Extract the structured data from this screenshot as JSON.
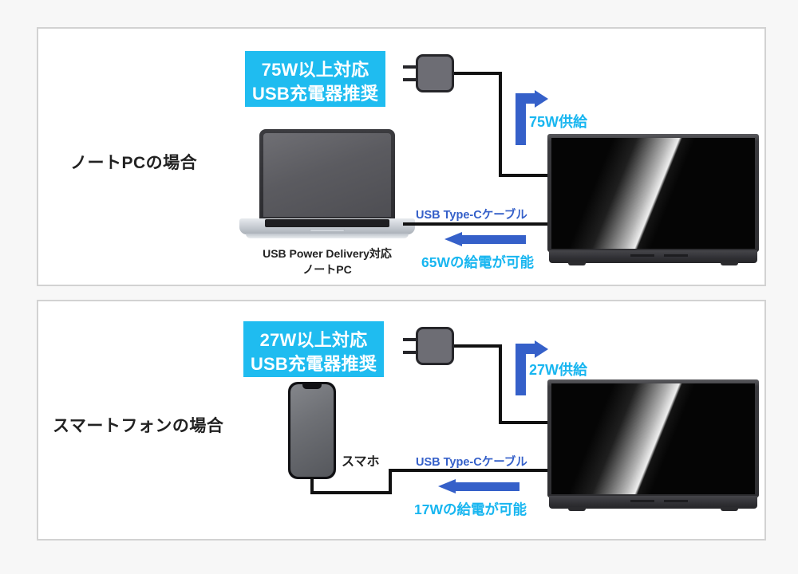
{
  "page": {
    "background_color": "#f7f7f7",
    "panel_background": "#ffffff",
    "panel_border_color": "#d2d2d2",
    "accent_cyan": "#18b6f0",
    "accent_blue": "#3560c9",
    "badge_background": "#1fbcf0"
  },
  "sections": [
    {
      "id": "laptop",
      "title": "ノートPCの場合",
      "badge": {
        "line1": "75W以上対応",
        "line2": "USB充電器推奨"
      },
      "charger": {
        "icon": "ac-adapter-icon"
      },
      "supply": {
        "label": "75W供給",
        "arrow": "down-right-arrow-icon"
      },
      "device": {
        "icon": "laptop-icon",
        "caption_line1": "USB Power Delivery対応",
        "caption_line2": "ノートPC"
      },
      "cable": {
        "label": "USB Type-Cケーブル"
      },
      "delivery": {
        "label": "65Wの給電が可能",
        "arrow": "left-arrow-icon"
      },
      "monitor": {
        "icon": "monitor-icon"
      }
    },
    {
      "id": "phone",
      "title": "スマートフォンの場合",
      "badge": {
        "line1": "27W以上対応",
        "line2": "USB充電器推奨"
      },
      "charger": {
        "icon": "ac-adapter-icon"
      },
      "supply": {
        "label": "27W供給",
        "arrow": "down-right-arrow-icon"
      },
      "device": {
        "icon": "smartphone-icon",
        "caption": "スマホ"
      },
      "cable": {
        "label": "USB Type-Cケーブル"
      },
      "delivery": {
        "label": "17Wの給電が可能",
        "arrow": "left-arrow-icon"
      },
      "monitor": {
        "icon": "monitor-icon"
      }
    }
  ]
}
